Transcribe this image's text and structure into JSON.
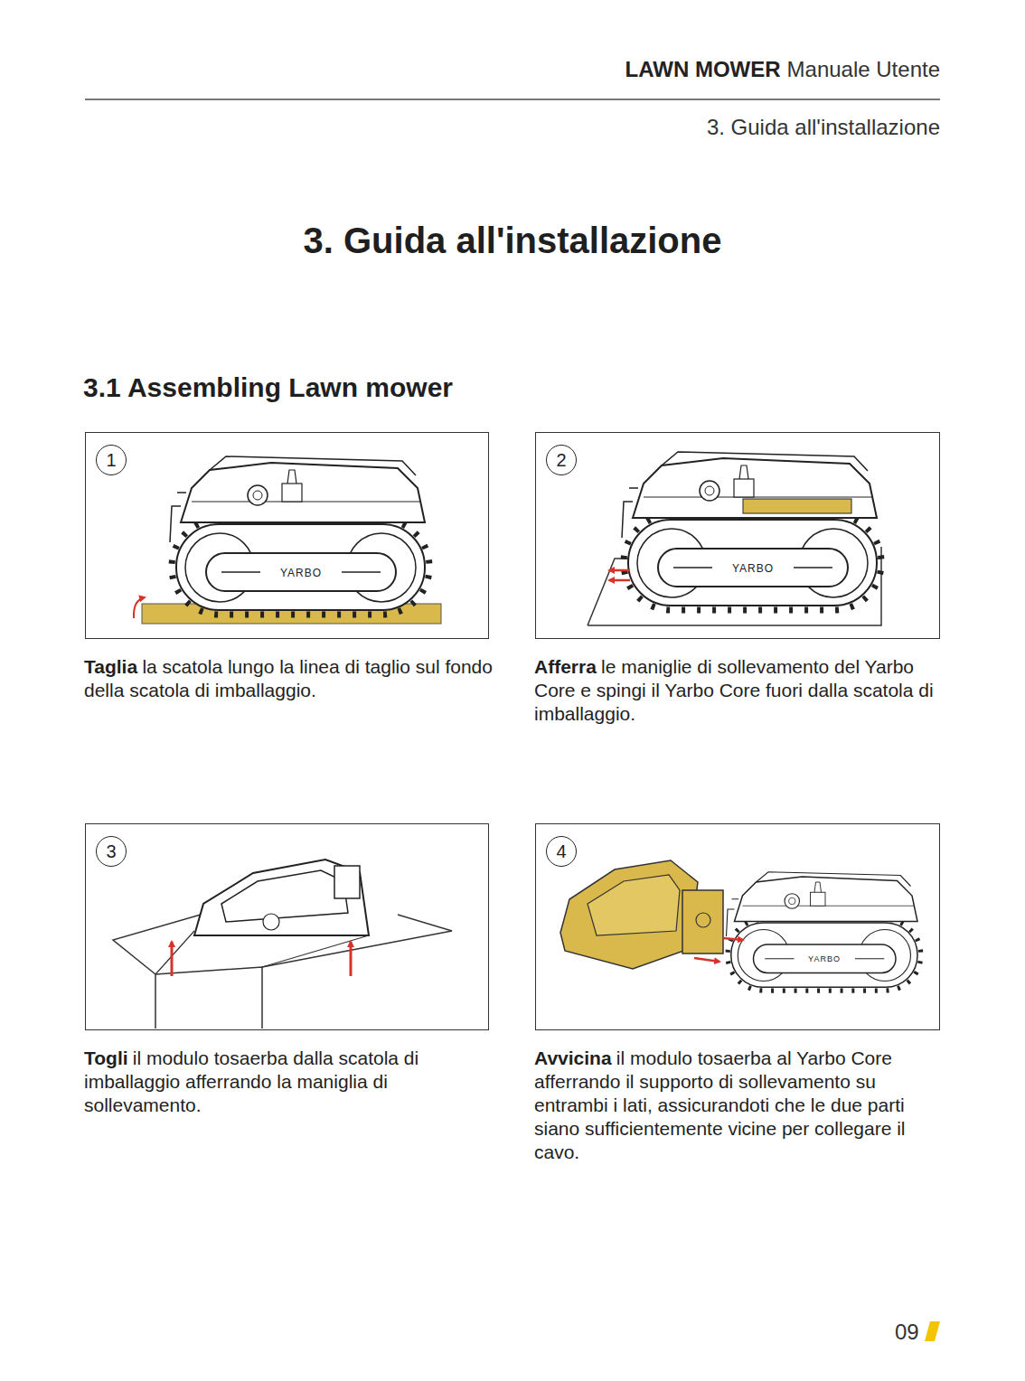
{
  "diagram": {
    "title": "3. Guida all'installazione",
    "nodes": [
      {
        "text": [
          "Taglia",
          "la scatola lungo la linea di taglio sul fondo della scatola di imballaggio."
        ]
      },
      {
        "text": [
          "1"
        ],
        "in": 0
      },
      {
        "text": [
          "Afferra",
          "le maniglie di sollevamento del Yarbo Core e spingi il Yarbo Core fuori dalla scatola di imballaggio."
        ]
      },
      {
        "text": [
          "2"
        ],
        "in": 2
      },
      {
        "text": [
          "Togli",
          "il modulo tosaerba dalla scatola di imballaggio afferrando la maniglia di sollevamento."
        ]
      },
      {
        "text": [
          "3"
        ],
        "in": 4
      },
      {
        "text": [
          "Avvicina",
          "il modulo tosaerba al Yarbo Core afferrando il supporto di sollevamento su entrambi i lati, assicurandoti che le due parti siano sufficientemente vicine per collegare il cavo."
        ]
      },
      {
        "text": [
          "4"
        ],
        "in": 6
      }
    ],
    "labels": [
      "LAWN MOWER",
      "Manuale Utente",
      "3. Guida all'installazione",
      "3.1 Assembling Lawn mower",
      "YARBO",
      "YARBO",
      "YARBO",
      "09"
    ]
  }
}
